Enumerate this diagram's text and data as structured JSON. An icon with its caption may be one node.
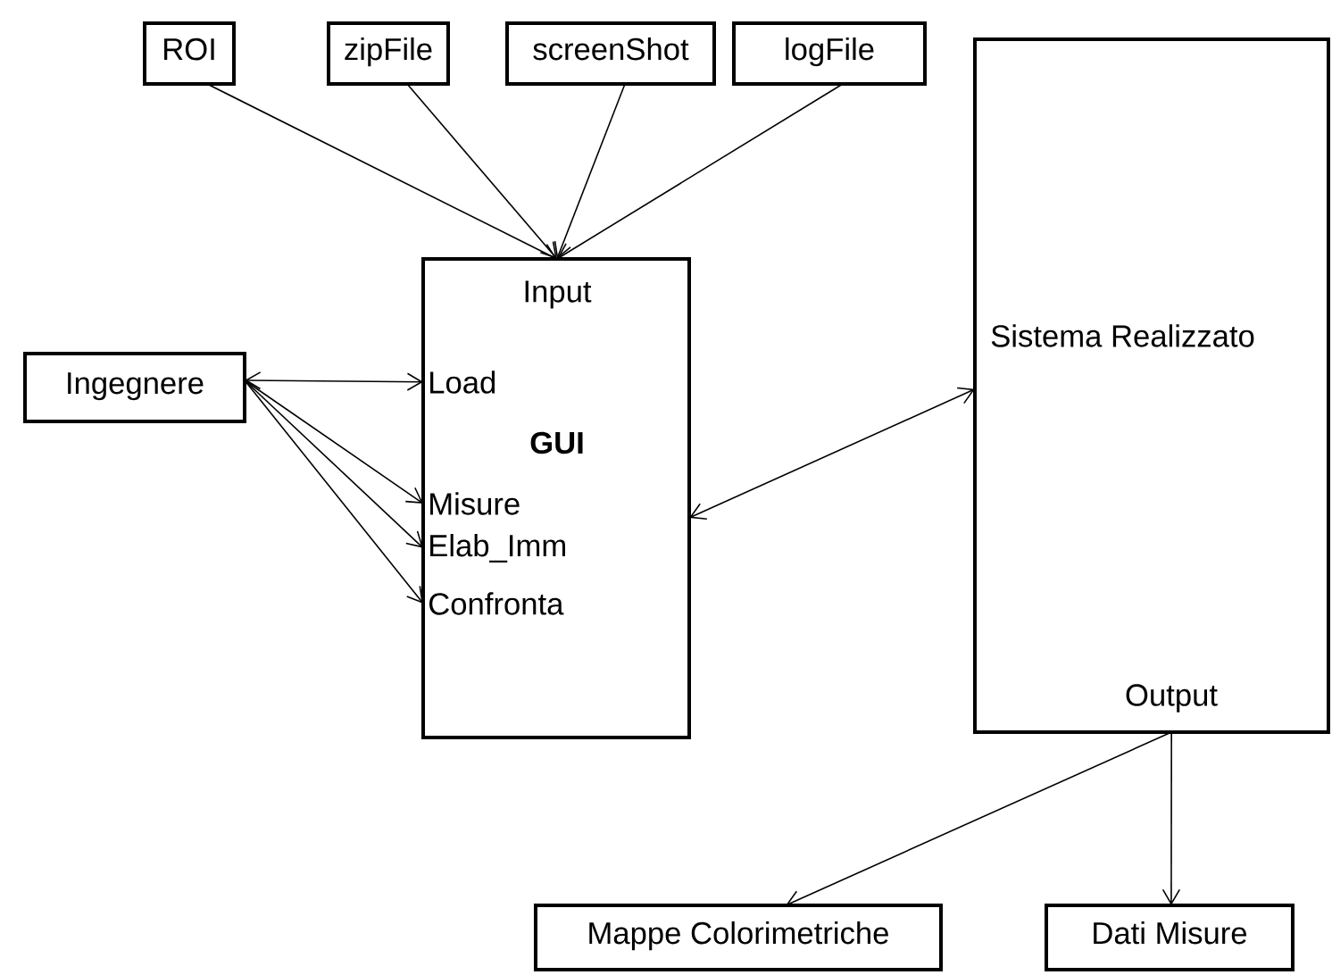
{
  "diagram": {
    "nodes": [
      {
        "text": [
          "ROI"
        ]
      },
      {
        "text": [
          "zipFile"
        ]
      },
      {
        "text": [
          "screenShot"
        ]
      },
      {
        "text": [
          "logFile"
        ]
      },
      {
        "text": [
          "Ingegnere"
        ]
      },
      {
        "text": [
          "Input",
          "Load",
          "GUI",
          "Misure",
          "Elab_Imm",
          "Confronta"
        ]
      },
      {
        "text": [
          "Sistema Realizzato",
          "Output"
        ]
      },
      {
        "text": [
          "Mappe Colorimetriche"
        ]
      },
      {
        "text": [
          "Dati Misure"
        ]
      }
    ],
    "edges": [
      {
        "from": 0,
        "to": 5,
        "arrow": "to"
      },
      {
        "from": 1,
        "to": 5,
        "arrow": "to"
      },
      {
        "from": 2,
        "to": 5,
        "arrow": "to"
      },
      {
        "from": 3,
        "to": 5,
        "arrow": "to"
      },
      {
        "from": 4,
        "to": 5,
        "arrow": "both"
      },
      {
        "from": 4,
        "to": 5,
        "arrow": "to"
      },
      {
        "from": 4,
        "to": 5,
        "arrow": "to"
      },
      {
        "from": 4,
        "to": 5,
        "arrow": "to"
      },
      {
        "from": 5,
        "to": 6,
        "arrow": "both"
      },
      {
        "from": 6,
        "to": 7,
        "arrow": "to"
      },
      {
        "from": 6,
        "to": 8,
        "arrow": "to"
      }
    ]
  }
}
